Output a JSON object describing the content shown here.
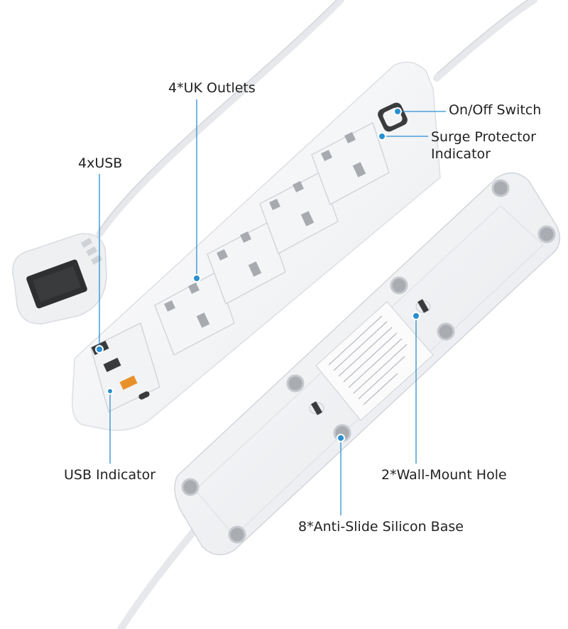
{
  "callouts": {
    "uk_outlets": "4*UK Outlets",
    "usb": "4xUSB",
    "switch": "On/Off Switch",
    "surge_line1": "Surge Protector",
    "surge_line2": "Indicator",
    "usb_indicator": "USB Indicator",
    "wall_mount": "2*Wall-Mount Hole",
    "silicon_base": "8*Anti-Slide Silicon Base"
  },
  "colors": {
    "accent": "#2a8fd0",
    "callout_line": "#2a8fd0",
    "body": "#f5f6f8",
    "usb_orange": "#e8912b"
  }
}
